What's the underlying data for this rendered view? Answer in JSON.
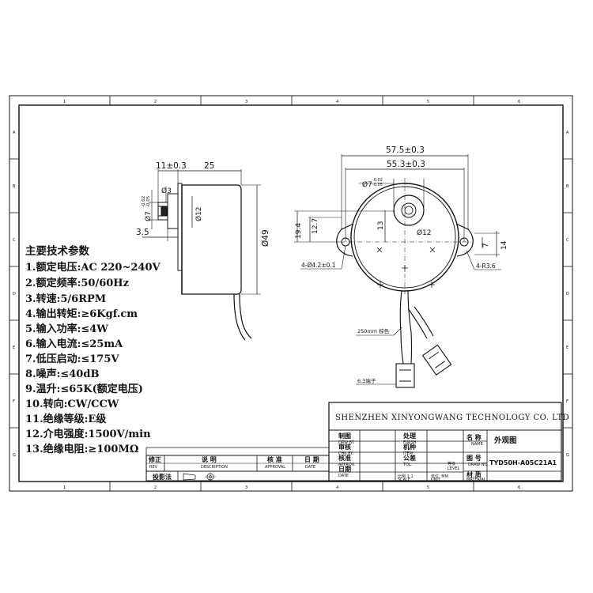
{
  "frame": {
    "top_labels": [
      "1",
      "2",
      "3",
      "4",
      "5",
      "6"
    ],
    "side_labels": [
      "A",
      "B",
      "C",
      "D",
      "E",
      "F",
      "G"
    ]
  },
  "side_view": {
    "dim_flange": "11±0.3",
    "dim_body": "25",
    "dim_shaft_flat": "Ø3",
    "dim_shaft": "Ø7",
    "dim_shaft_tol_top": "-0.02",
    "dim_shaft_tol_bot": "-0.05",
    "dim_boss": "Ø12",
    "dim_step": "3.5",
    "dim_height": "Ø49"
  },
  "front_view": {
    "dim_overall": "57.5±0.3",
    "dim_holes": "55.3±0.3",
    "dim_shaft": "Ø7",
    "dim_shaft_tol_top": "-0.02",
    "dim_shaft_tol_bot": "-0.05",
    "dim_boss": "Ø12",
    "dim_h1": "19.4",
    "dim_h2": "12.7",
    "dim_h3": "13",
    "dim_ear_w": "7",
    "dim_ear_h": "14",
    "dim_mount_holes": "4-Ø4.2±0.1",
    "dim_radius": "4-R3.6",
    "lead_label": "250mm 棕色",
    "terminal_label": "6.3端子"
  },
  "specs": {
    "title": "主要技术参数",
    "items": [
      "1.额定电压:AC 220~240V",
      "2.额定频率:50/60Hz",
      "3.转速:5/6RPM",
      "4.输出转矩:≥6Kgf.cm",
      "5.输入功率:≤4W",
      "6.输入电流:≤25mA",
      "7.低压启动:≤175V",
      "8.噪声:≤40dB",
      "9.温升:≤65K(额定电压)",
      "10.转向:CW/CCW",
      "11.绝缘等级:E级",
      "12.介电强度:1500V/min",
      "13.绝缘电阻:≥100MΩ"
    ]
  },
  "title_block": {
    "company": "SHENZHEN XINYONGWANG TECHNOLOGY CO. LTD",
    "drawn": "制图",
    "drawn_en": "DRW BY.",
    "checked": "审核",
    "checked_en": "CHK BY.",
    "approved": "核准",
    "approved_en": "APPROV.",
    "date": "日期",
    "date_en": "DATE",
    "finish": "处理",
    "finish_en": "FINISH",
    "item": "机种",
    "item_en": "ITEM",
    "tol": "公差",
    "tol_en": "TOL.",
    "level": "等级",
    "level_en": "LEVEL",
    "scale_label": "比例 1:1",
    "scale_en": "SCALE",
    "unit_label": "单位: MM",
    "unit_en": "UNIT",
    "name": "名 称",
    "name_en": "NAME",
    "name_value": "外观图",
    "drawing_no": "图 号",
    "drawing_no_en": "DRAW NO.",
    "drawing_no_value": "TYD50H-A05C21A1",
    "material": "材 质",
    "material_en": "MATERIAL",
    "rev": "修正",
    "rev_en": "REV",
    "desc": "说  明",
    "desc_en": "DESCRIPTION",
    "rev_approval": "核 准",
    "rev_approval_en": "APPROVAL",
    "rev_date": "日 期",
    "rev_date_en": "DATE",
    "projection": "投影法"
  }
}
